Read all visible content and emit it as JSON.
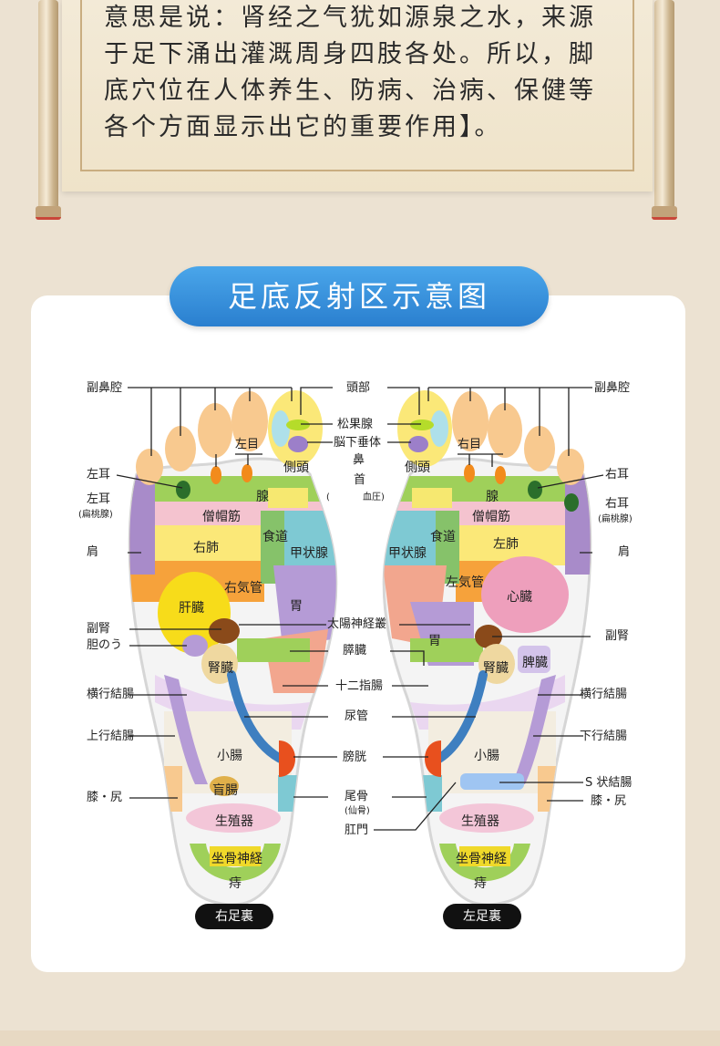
{
  "intro": {
    "lines": [
      "意思是说：肾经之气犹如源泉之水，来源",
      "于足下涌出灌溉周身四肢各处。所以，脚",
      "底穴位在人体养生、防病、治病、保健等",
      "各个方面显示出它的重要作用】。"
    ]
  },
  "title": "足底反射区示意图",
  "feet": {
    "right_badge": "右足裏",
    "left_badge": "左足裏"
  },
  "labels": {
    "fubiqiang_l": "副鼻腔",
    "fubiqiang_r": "副鼻腔",
    "toubu": "頭部",
    "songguo": "松果腺",
    "naoxia": "脳下垂体",
    "bi": "鼻",
    "shou": "首",
    "xueya": "血圧)",
    "xueya_l": "(",
    "zuoer_top": "左耳",
    "zuoer": "左耳",
    "biantao_l": "(扁桃腺)",
    "youer_top": "右耳",
    "youer": "右耳",
    "biantao_r": "(扁桃腺)",
    "jian_l": "肩",
    "jian_r": "肩",
    "zuomu": "左目",
    "youmu": "右目",
    "fushen_l": "副腎",
    "fushen_r": "副腎",
    "dan": "胆のう",
    "taiyang": "太陽神経叢",
    "yizang": "膵臓",
    "shierzhi": "十二指腸",
    "niaoguan": "尿管",
    "hengxing_l": "横行結腸",
    "hengxing_r": "横行結腸",
    "shangxing": "上行結腸",
    "xiaxing": "下行結腸",
    "pangguang": "膀胱",
    "s_jiechang": "S 状結腸",
    "xiqi_l": "膝・尻",
    "xiqi_r": "膝・尻",
    "weigu": "尾骨",
    "xiangu": "(仙骨)",
    "ganmen": "肛門"
  },
  "zones_right": {
    "cejing": "側頭",
    "xian": "腺",
    "sengmao": "僧帽筋",
    "shidao": "食道",
    "youfei": "右肺",
    "jiazhuang": "甲状腺",
    "youqiguan": "右気管",
    "wei": "胃",
    "ganzang": "肝臓",
    "shenzang": "腎臓",
    "xiaochang": "小腸",
    "mangchang": "盲腸",
    "shengzhi": "生殖器",
    "zuogu": "坐骨神経",
    "zhi": "痔"
  },
  "zones_left": {
    "cejing": "側頭",
    "xian": "腺",
    "sengmao": "僧帽筋",
    "shidao": "食道",
    "zuofei": "左肺",
    "jiazhuang": "甲状腺",
    "zuoqiguan": "左気管",
    "xinzang": "心臓",
    "wei": "胃",
    "shenzang": "腎臓",
    "pizang": "脾臓",
    "xiaochang": "小腸",
    "shengzhi": "生殖器",
    "zuogu": "坐骨神経",
    "zhi": "痔"
  }
}
